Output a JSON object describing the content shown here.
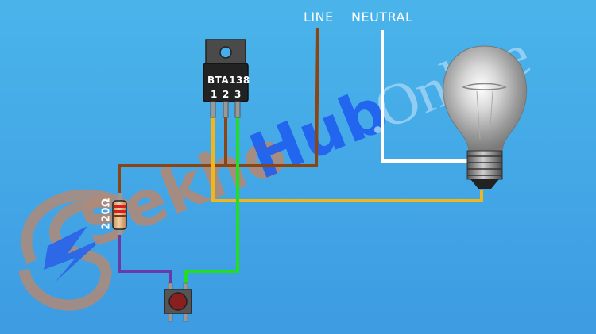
{
  "diagram": {
    "labels": {
      "line": "LINE",
      "neutral": "NEUTRAL",
      "triac_part": "BTA138",
      "pin1": "1",
      "pin2": "2",
      "pin3": "3",
      "resistor_value": "220Ω"
    },
    "watermark": {
      "part1": "Sekho",
      "part2": "Hub",
      "part3": ".Online"
    },
    "colors": {
      "background": "#47ade8",
      "wire_line": "#8b4513",
      "wire_neutral": "#ffffff",
      "wire_pin1": "#f3b51c",
      "wire_pin3": "#22dd22",
      "wire_resistor_switch": "#6a3aa8",
      "button_cap": "#8a1f1f"
    },
    "components": [
      {
        "type": "triac",
        "name": "BTA138",
        "pins": [
          "1",
          "2",
          "3"
        ]
      },
      {
        "type": "resistor",
        "value": "220Ω"
      },
      {
        "type": "push-button"
      },
      {
        "type": "light-bulb"
      }
    ]
  }
}
